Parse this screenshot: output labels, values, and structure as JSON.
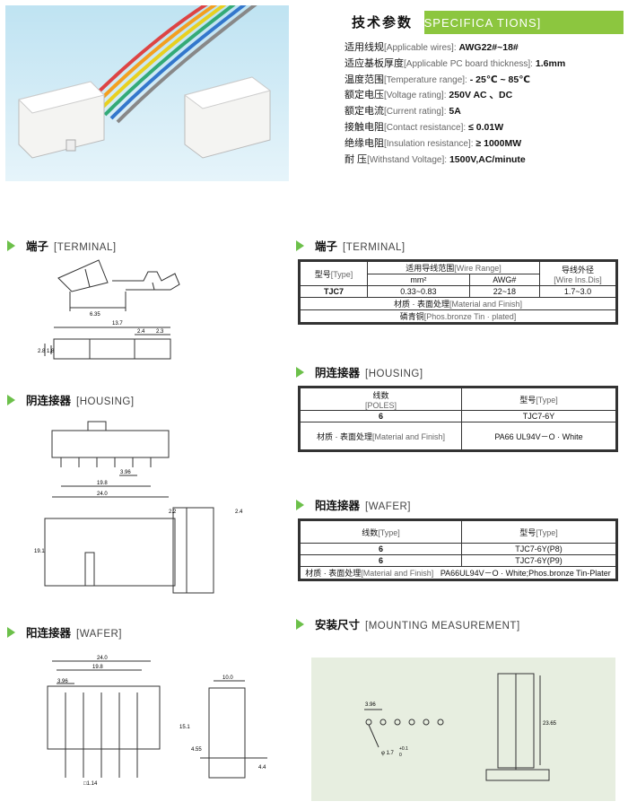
{
  "specs": {
    "title_cn": "技术参数",
    "title_en": "[SPECIFICA    TIONS]",
    "rows": [
      {
        "cn": "适用线规",
        "en": "[Applicable wires]:",
        "v": "AWG22#~18#"
      },
      {
        "cn": "适应基板厚度",
        "en": "[Applicable PC board thickness]:",
        "v": "1.6mm"
      },
      {
        "cn": "温度范围",
        "en": "[Temperature range]:",
        "v": "- 25℃ ~ 85℃"
      },
      {
        "cn": "额定电压",
        "en": "[Voltage rating]:",
        "v": "250V AC 、DC"
      },
      {
        "cn": "额定电流",
        "en": "[Current rating]:",
        "v": "5A"
      },
      {
        "cn": "接触电阻",
        "en": "[Contact resistance]:",
        "v": "≤ 0.01W"
      },
      {
        "cn": "绝缘电阻",
        "en": "[Insulation resistance]:",
        "v": "≥ 1000MW"
      },
      {
        "cn": "耐     压",
        "en": "[Withstand Voltage]:",
        "v": "1500V,AC/minute"
      }
    ]
  },
  "left": {
    "terminal": {
      "cn": "端子",
      "en": "[TERMINAL]"
    },
    "housing": {
      "cn": "阴连接器",
      "en": "[HOUSING]"
    },
    "wafer": {
      "cn": "阳连接器",
      "en": "[WAFER]"
    }
  },
  "right": {
    "terminal": {
      "cn": "端子",
      "en": "[TERMINAL]"
    },
    "housing": {
      "cn": "阴连接器",
      "en": "[HOUSING]"
    },
    "wafer": {
      "cn": "阳连接器",
      "en": "[WAFER]"
    },
    "mount": {
      "cn": "安装尺寸",
      "en": "[MOUNTING MEASUREMENT]"
    }
  },
  "t1": {
    "h_type": "型号",
    "h_type_en": "[Type]",
    "h_range": "适用导线范围",
    "h_range_en": "[Wire Range]",
    "h_dis": "导线外径",
    "h_dis_en": "[Wire Ins.Dis]",
    "h_mm": "mm²",
    "h_awg": "AWG#",
    "model": "TJC7",
    "mm": "0.33~0.83",
    "awg": "22~18",
    "dis": "1.7~3.0",
    "mat": "材质 · 表面处理",
    "mat_en": "[Material and Finish]",
    "mat_v": "磷青铜",
    "mat_v_en": "[Phos.bronze Tin ·  plated]"
  },
  "t2": {
    "h_poles": "线数",
    "h_poles_en": "[POLES]",
    "h_type": "型号",
    "h_type_en": "[Type]",
    "poles": "6",
    "type": "TJC7-6Y",
    "mat": "材质 · 表面处理",
    "mat_en": "[Material and Finish]",
    "mat_v": "PA66 UL94V－O · White"
  },
  "t3": {
    "h_poles": "线数",
    "h_poles_en": "[Type]",
    "h_type": "型号",
    "h_type_en": "[Type]",
    "rows": [
      {
        "p": "6",
        "t": "TJC7-6Y(P8)"
      },
      {
        "p": "6",
        "t": "TJC7-6Y(P9)"
      }
    ],
    "mat": "材质 · 表面处理",
    "mat_en": "[Material and Finish]",
    "mat_v": "PA66UL94V－O · White;Phos.bronze Tin-Plater"
  },
  "dims": {
    "t_635": "6.35",
    "t_137": "13.7",
    "t_24": "2.4",
    "t_23": "2.3",
    "t_28": "2.8",
    "t_18": "1.8",
    "h_396": "3.96",
    "h_198": "19.8",
    "h_240": "24.0",
    "h_191": "19.1",
    "h_22": "2.2",
    "h_24": "2.4",
    "w_240": "24.0",
    "w_198": "19.8",
    "w_396": "3.96",
    "w_100": "10.0",
    "w_151": "15.1",
    "w_455": "4.55",
    "w_44": "4.4",
    "w_114": "□1.14",
    "m_396": "3.96",
    "m_phi": "φ 1.7",
    "m_tol": "+0.1",
    "m_tol0": "0",
    "m_2365": "23.65"
  },
  "colors": {
    "accent": "#8cc63f",
    "arrow": "#6cc04a",
    "mount_bg": "#e7eee0"
  }
}
